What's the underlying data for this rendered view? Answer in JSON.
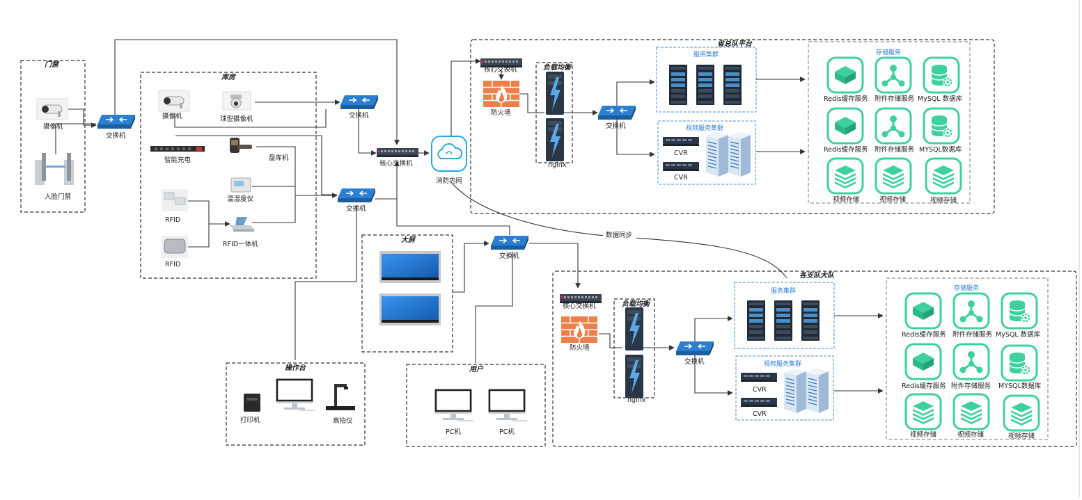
{
  "colors": {
    "switch_blue": "#2b7fd0",
    "firewall": "#ec7f4a",
    "storage_green": "#3ed1a0",
    "server_dark": "#2a3645",
    "cloud_blue": "#2aa9e0"
  },
  "groups": {
    "door": "门禁",
    "warehouse": "库房",
    "hq": "省总队平台",
    "big_screen": "大屏",
    "console": "操作台",
    "user": "用户",
    "branch": "各支队大队",
    "load_balance": "负载均衡",
    "service_cluster": "服务集群",
    "video_cluster": "视频服务集群",
    "storage_service": "存储服务"
  },
  "labels": {
    "camera": "摄像机",
    "face_gate": "人脸门禁",
    "switch": "交换机",
    "dome_camera": "球型摄像机",
    "smart_charge": "智能充电",
    "inventory": "盘库机",
    "temp_humidity": "温湿度仪",
    "rfid": "RFID",
    "rfid_unit": "RFID一体机",
    "core_switch": "核心交换机",
    "fire_net": "消防内网",
    "firewall": "防火墙",
    "nginx": "nginx",
    "cvr": "CVR",
    "redis": "Redis缓存服务",
    "attach": "附件存储服务",
    "mysql_a": "MySQL 数据库",
    "mysql_b": "MYSQL数据库",
    "video_storage": "视频存储",
    "data_sync": "数据同步",
    "printer": "打印机",
    "scanner": "高拍仪",
    "pc": "PC机"
  },
  "icons": [
    "camera-icon",
    "face-gate-icon",
    "switch-icon",
    "dome-camera-icon",
    "pdu-icon",
    "handheld-scanner-icon",
    "thermometer-icon",
    "rfid-tag-icon",
    "rfid-reader-icon",
    "core-switch-icon",
    "cloud-icon",
    "firewall-icon",
    "nginx-server-icon",
    "server-rack-icon",
    "cvr-icon",
    "storage-array-icon",
    "redis-icon",
    "share-node-icon",
    "database-icon",
    "layers-icon",
    "monitor-icon",
    "printer-icon",
    "document-camera-icon",
    "video-wall-icon"
  ]
}
